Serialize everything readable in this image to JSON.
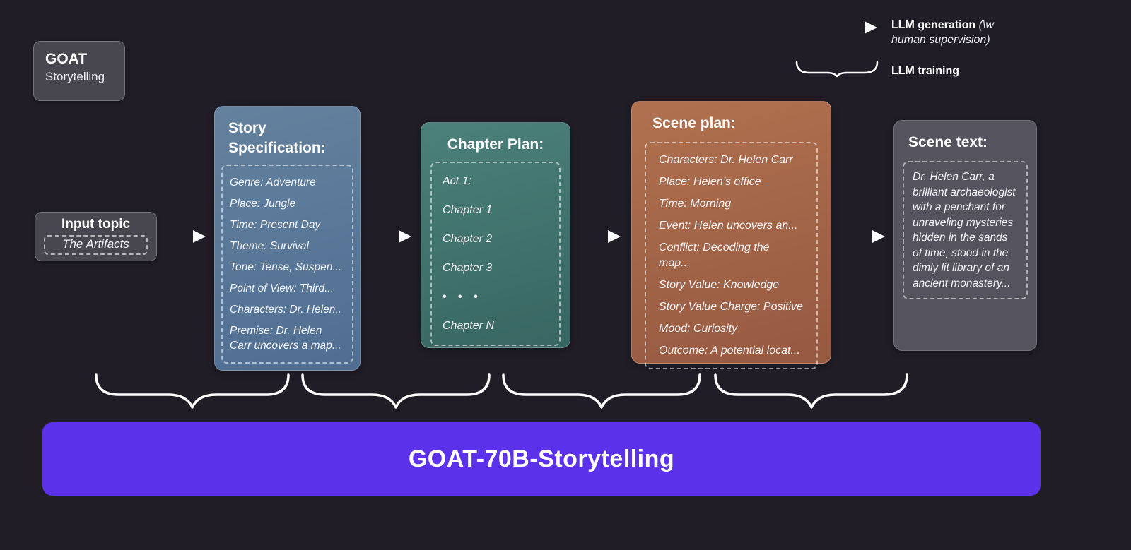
{
  "badge": {
    "title": "GOAT",
    "subtitle": "Storytelling"
  },
  "legend": {
    "generation": {
      "bold": "LLM generation",
      "italic_line1": "(\\w",
      "italic_line2": "human supervision)"
    },
    "training": "LLM training"
  },
  "input_topic": {
    "title": "Input topic",
    "value": "The Artifacts"
  },
  "stages": [
    {
      "id": "story-specification",
      "title": "Story Specification:",
      "items": [
        "Genre: Adventure",
        "Place: Jungle",
        "Time: Present Day",
        "Theme: Survival",
        "Tone: Tense, Suspen...",
        "Point of View: Third...",
        "Characters: Dr. Helen..",
        "Premise: Dr. Helen Carr uncovers a map..."
      ]
    },
    {
      "id": "chapter-plan",
      "title": "Chapter Plan:",
      "items": [
        "Act 1:",
        "Chapter 1",
        "Chapter 2",
        "Chapter 3",
        "• • •",
        "Chapter N"
      ]
    },
    {
      "id": "scene-plan",
      "title": "Scene plan:",
      "items": [
        "Characters: Dr. Helen Carr",
        "Place: Helen’s office",
        "Time: Morning",
        "Event: Helen uncovers an...",
        "Conflict: Decoding the map...",
        "Story Value: Knowledge",
        "Story Value Charge: Positive",
        "Mood: Curiosity",
        "Outcome: A potential locat..."
      ]
    },
    {
      "id": "scene-text",
      "title": "Scene text:",
      "body": "Dr. Helen Carr, a brilliant archaeologist with a penchant for unraveling mysteries hidden in the sands of time, stood in the dimly lit library of an ancient monastery..."
    }
  ],
  "model_bar": {
    "label": "GOAT-70B-Storytelling"
  },
  "colors": {
    "background": "#201d26",
    "gray_box": "#48474f",
    "story_box": "#5d7a9c",
    "chapter_box": "#41746f",
    "scene_plan_box": "#a8684c",
    "scene_text_box": "#55545e",
    "model_bar": "#5b32e9",
    "arrow_blue": "#9dbde8"
  }
}
